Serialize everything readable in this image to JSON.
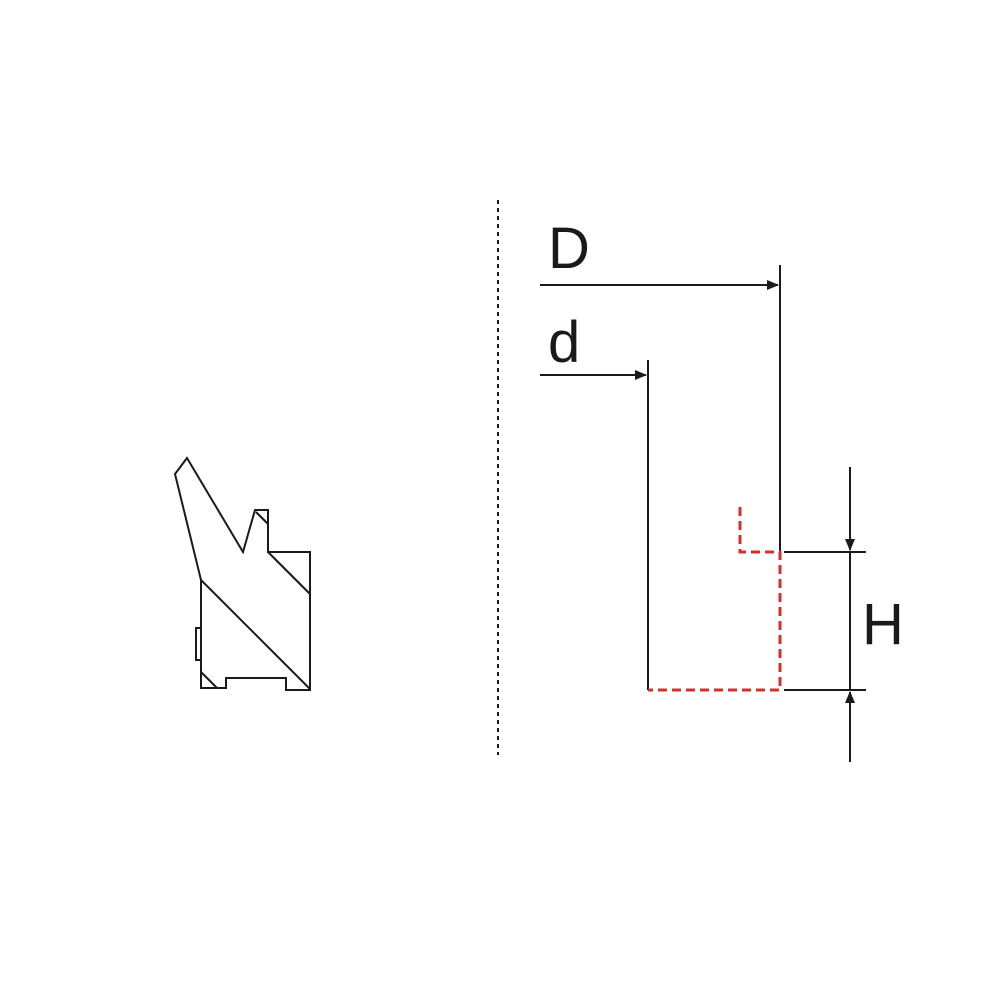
{
  "diagram": {
    "labels": {
      "outer_diameter": "D",
      "inner_diameter": "d",
      "height": "H"
    },
    "colors": {
      "line": "#1a1a1a",
      "profile_outline": "#d0312d",
      "background": "#ffffff"
    }
  }
}
